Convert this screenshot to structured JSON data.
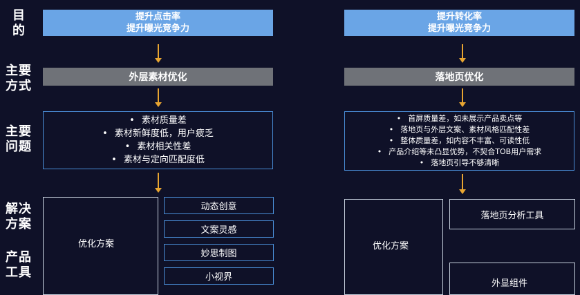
{
  "row_labels": {
    "goal": [
      "目",
      "的"
    ],
    "method": [
      "主要",
      "方式"
    ],
    "issues": [
      "主要",
      "问题"
    ],
    "solution": [
      "解决",
      "方案"
    ],
    "product": [
      "产品",
      "工具"
    ]
  },
  "left": {
    "goal_lines": [
      "提升点击率",
      "提升曝光竞争力"
    ],
    "method": "外层素材优化",
    "issues": [
      "素材质量差",
      "素材新鲜度低，用户疲乏",
      "素材相关性差",
      "素材与定向匹配度低"
    ],
    "solution_label": "优化方案",
    "tools": [
      "动态创意",
      "文案灵感",
      "妙思制图",
      "小视界"
    ]
  },
  "right": {
    "goal_lines": [
      "提升转化率",
      "提升曝光竞争力"
    ],
    "method": "落地页优化",
    "issues": [
      "首屏质量差，如未展示产品卖点等",
      "落地页与外层文案、素材风格匹配性差",
      "整体质量差，如内容不丰富、可读性低",
      "产品介绍等未凸显优势，不契合TOB用户需求",
      "落地页引导不够清晰"
    ],
    "solution_label": "优化方案",
    "tools": [
      "落地页分析工具",
      "外显组件"
    ]
  },
  "colors": {
    "background": "#0f1128",
    "goal_fill": "#6aa5e6",
    "method_fill": "#6f7278",
    "box_border": "#4a8ed8",
    "arrow": "#e8a531"
  }
}
